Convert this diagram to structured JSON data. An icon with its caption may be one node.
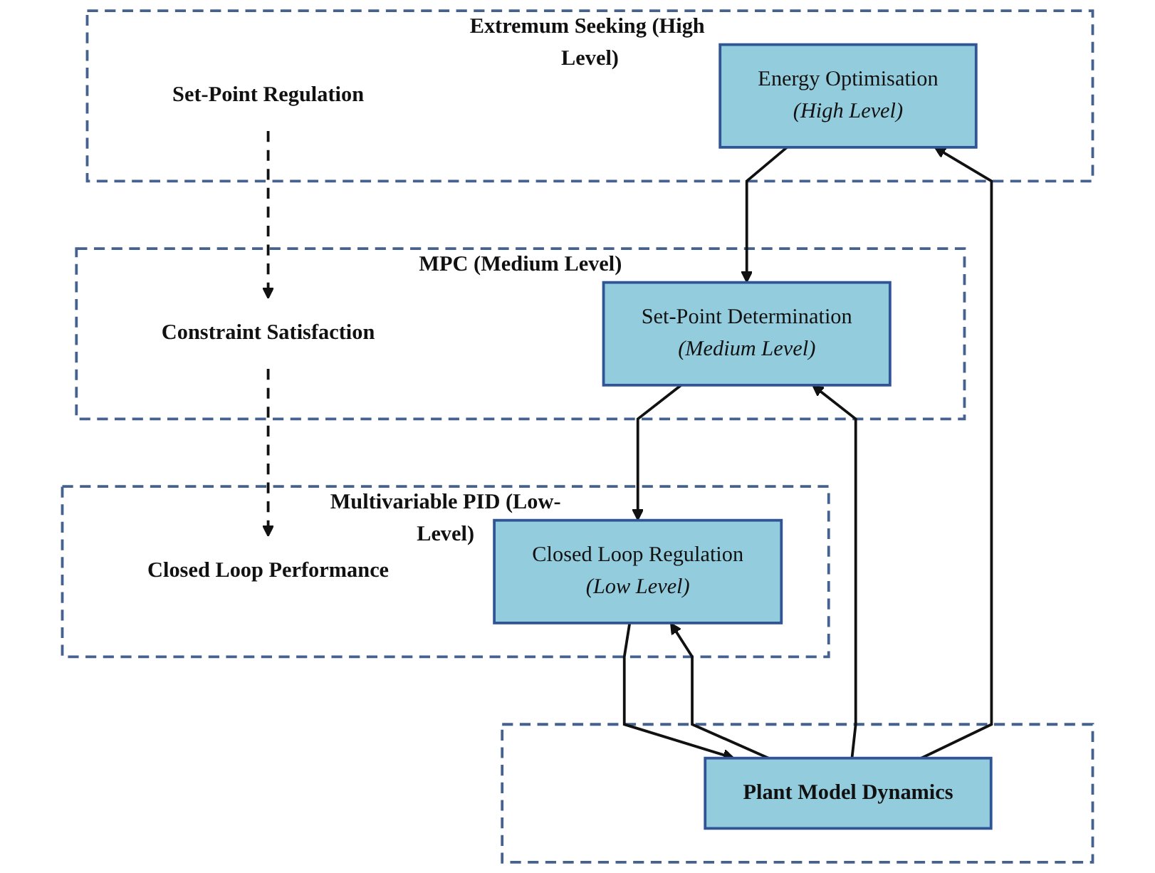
{
  "diagram": {
    "nodes": [
      {
        "text": [
          "Extremum Seeking (High Level)"
        ]
      },
      {
        "text": [
          "Set-Point Regulation"
        ],
        "in": 0
      },
      {
        "text": [
          "Energy Optimisation",
          "(High Level)"
        ],
        "in": 0
      },
      {
        "text": [
          "MPC (Medium Level)"
        ]
      },
      {
        "text": [
          "Constraint Satisfaction"
        ],
        "in": 3
      },
      {
        "text": [
          "Set-Point Determination",
          "(Medium Level)"
        ],
        "in": 3
      },
      {
        "text": [
          "Multivariable PID (Low-Level)"
        ]
      },
      {
        "text": [
          "Closed Loop Performance"
        ],
        "in": 6
      },
      {
        "text": [
          "Closed Loop Regulation",
          "(Low Level)"
        ],
        "in": 6
      },
      {
        "text": [],
        "shape": "band"
      },
      {
        "text": [
          "Plant Model Dynamics"
        ],
        "in": 9
      }
    ],
    "edges": [
      {
        "from": 1,
        "to": 4,
        "arrow": "to",
        "style": "dashed"
      },
      {
        "from": 4,
        "to": 7,
        "arrow": "to",
        "style": "dashed"
      },
      {
        "from": 2,
        "to": 5,
        "arrow": "to"
      },
      {
        "from": 5,
        "to": 8,
        "arrow": "to"
      },
      {
        "from": 8,
        "to": 10,
        "arrow": "to"
      },
      {
        "from": 10,
        "to": 2,
        "arrow": "to"
      },
      {
        "from": 10,
        "to": 5,
        "arrow": "to"
      },
      {
        "from": 10,
        "to": 8,
        "arrow": "to"
      }
    ]
  }
}
